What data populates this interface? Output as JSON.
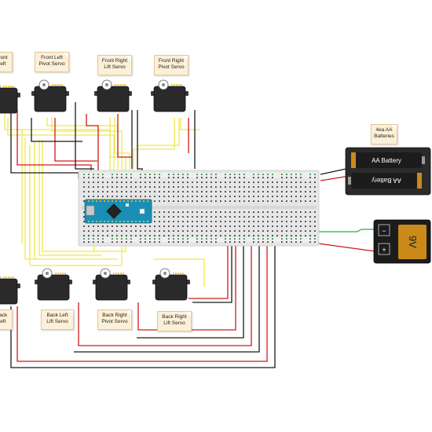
{
  "servos": {
    "front_left_lift": {
      "label_line1": "Front",
      "label_line2": "Left"
    },
    "front_left_pivot": {
      "label_line1": "Front Left",
      "label_line2": "Pivot Servo"
    },
    "front_right_lift": {
      "label_line1": "Front Right",
      "label_line2": "Lift Servo"
    },
    "front_right_pivot": {
      "label_line1": "Front Right",
      "label_line2": "Pivot Servo"
    },
    "back_left_pivot": {
      "label_line1": "Back",
      "label_line2": "Left"
    },
    "back_left_lift": {
      "label_line1": "Back Left",
      "label_line2": "Lift Servo"
    },
    "back_right_pivot": {
      "label_line1": "Back Right",
      "label_line2": "Pivot Servo"
    },
    "back_right_lift": {
      "label_line1": "Back Right",
      "label_line2": "Lift Servo"
    }
  },
  "battery_pack": {
    "note_line1": "4ea AA",
    "note_line2": "Batteries",
    "cell_top_label": "AA Battery",
    "cell_bottom_label": "AA Battery"
  },
  "nine_volt": {
    "minus_label": "−",
    "plus_label": "+",
    "voltage_label": "9V"
  },
  "colors": {
    "signal_wire": "#f2e84a",
    "power_wire": "#d11a1a",
    "ground_wire": "#1a1a1a",
    "battery_wire": "#22b14c",
    "arduino_board": "#1a8fb5",
    "breadboard": "#e6e6e6",
    "note_bg": "#fdf0d8"
  }
}
